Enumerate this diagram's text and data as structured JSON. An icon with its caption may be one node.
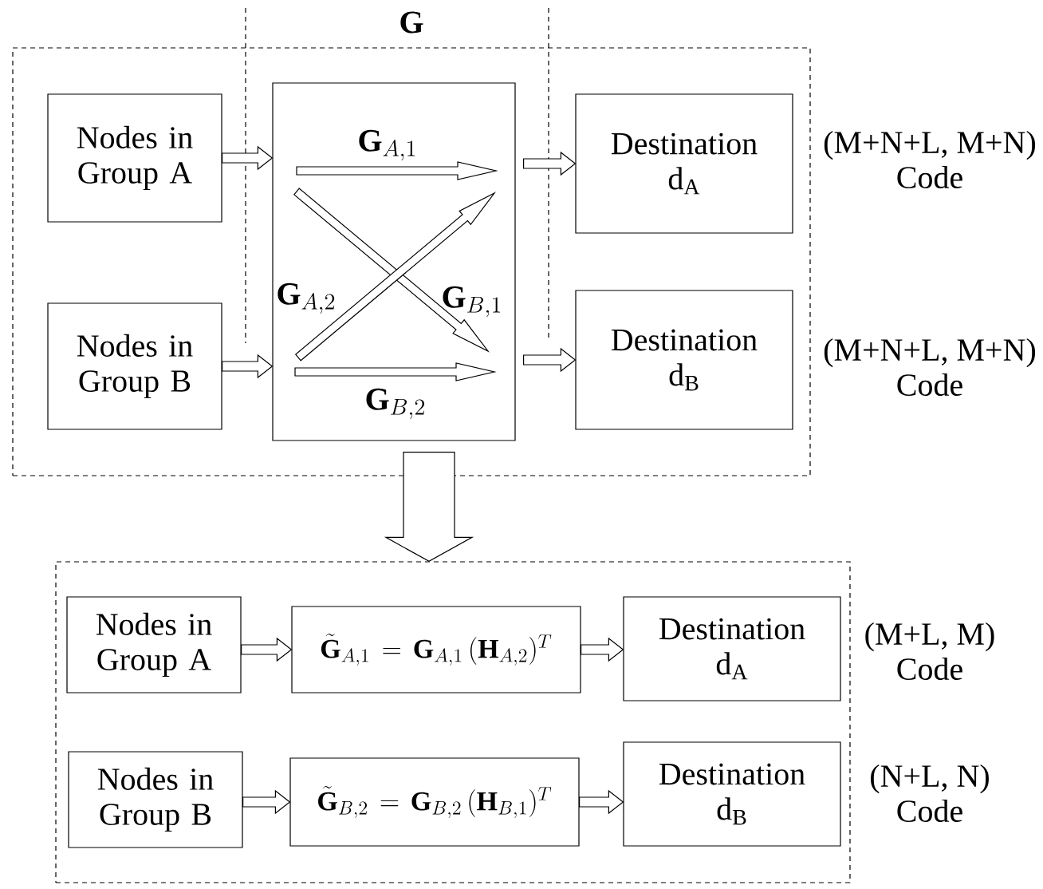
{
  "diagram": {
    "nodes": [
      {
        "text": [],
        "shape": "box"
      },
      {
        "text": [
          "Nodes in Group A"
        ],
        "in": 0
      },
      {
        "text": [
          "Nodes in Group B"
        ],
        "in": 0
      },
      {
        "text": [
          "\\mathbf{G}_{A,1}",
          "\\mathbf{G}_{A,2}",
          "\\mathbf{G}_{B,1}",
          "\\mathbf{G}_{B,2}"
        ],
        "in": 0
      },
      {
        "text": [
          "Destination d$_{A}$"
        ],
        "in": 0,
        "beside": [
          "(M+N+L, M+N) Code"
        ]
      },
      {
        "text": [
          "Destination d$_{B}$"
        ],
        "in": 0,
        "beside": [
          "(M+N+L, M+N) Code"
        ]
      },
      {
        "text": [],
        "shape": "box"
      },
      {
        "text": [
          "Nodes in Group A"
        ],
        "in": 6
      },
      {
        "text": [
          "\\tilde{\\mathbf{G}}_{A,1} = \\mathbf{G}_{A,1}\\,(\\mathbf{H}_{A,2})^{T}"
        ],
        "in": 6
      },
      {
        "text": [
          "Destination d$_{A}$"
        ],
        "in": 6,
        "beside": [
          "(M+L, M) Code"
        ]
      },
      {
        "text": [
          "Nodes in Group B"
        ],
        "in": 6
      },
      {
        "text": [
          "\\tilde{\\mathbf{G}}_{B,2} = \\mathbf{G}_{B,2}\\,(\\mathbf{H}_{B,1})^{T}"
        ],
        "in": 6
      },
      {
        "text": [
          "Destination d$_{B}$"
        ],
        "in": 6,
        "beside": [
          "(N+L, N) Code"
        ]
      }
    ],
    "edges": [
      {
        "from": 1,
        "to": 3,
        "arrow": "to"
      },
      {
        "from": 2,
        "to": 3,
        "arrow": "to"
      },
      {
        "from": 3,
        "to": 4,
        "arrow": "to"
      },
      {
        "from": 3,
        "to": 5,
        "arrow": "to"
      },
      {
        "from": 0,
        "to": 6,
        "arrow": "to"
      },
      {
        "from": 7,
        "to": 8,
        "arrow": "to"
      },
      {
        "from": 8,
        "to": 9,
        "arrow": "to"
      },
      {
        "from": 10,
        "to": 11,
        "arrow": "to"
      },
      {
        "from": 11,
        "to": 12,
        "arrow": "to"
      }
    ],
    "labels": [
      "G"
    ]
  }
}
